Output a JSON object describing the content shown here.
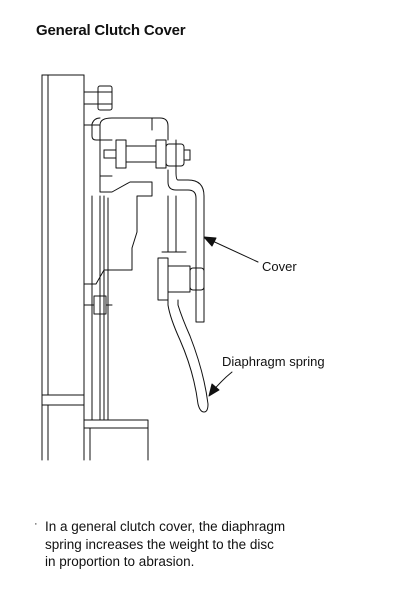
{
  "title": "General Clutch Cover",
  "labels": {
    "cover": "Cover",
    "diaphragm_spring": "Diaphragm spring"
  },
  "description": {
    "bullet": "·",
    "text": "In a general clutch cover, the diaphragm\nspring increases the weight to the disc\nin proportion to abrasion."
  },
  "colors": {
    "ink": "#111111",
    "background": "#ffffff"
  }
}
